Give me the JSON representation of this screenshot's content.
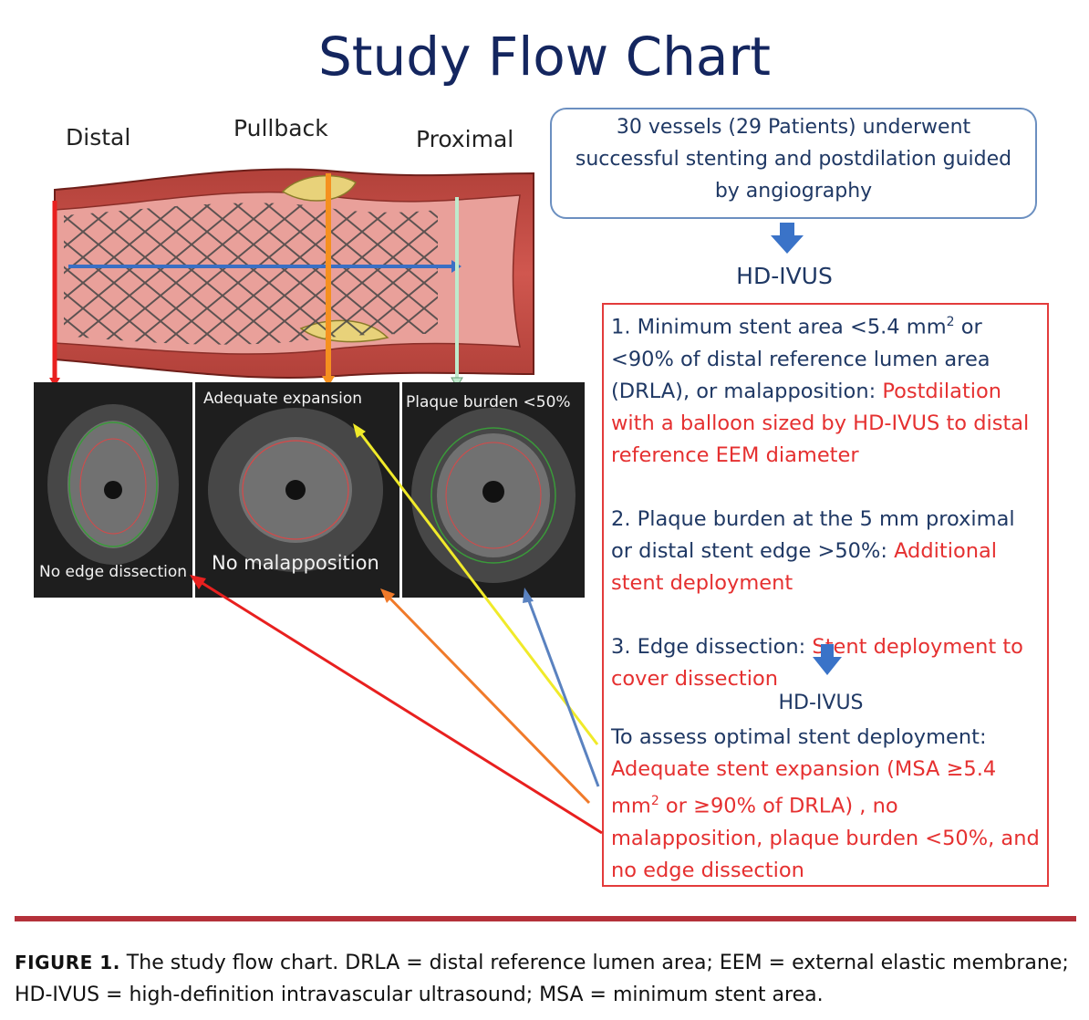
{
  "title": "Study Flow Chart",
  "vessel_labels": {
    "distal": "Distal",
    "pullback": "Pullback",
    "proximal": "Proximal"
  },
  "ivus_panels": {
    "distal": "No edge dissection",
    "middle_top": "Adequate expansion",
    "middle_bottom": "No malapposition",
    "proximal": "Plaque burden <50%"
  },
  "top_box": "30 vessels (29 Patients) underwent\nsuccessful stenting and postdilation guided\nby angiography",
  "hd_ivus_1": "HD-IVUS",
  "criteria": {
    "c1_line1": "1. Minimum stent area <5.4 mm",
    "c1_sup": "2",
    "c1_line1_end": " or",
    "c1_line2": "<90% of distal reference lumen area",
    "c1_line3_black": "(DRLA), or malapposition: ",
    "c1_line3_red": "Postdilation",
    "c1_line4": "with a balloon sized by HD-IVUS to distal",
    "c1_line5": "reference EEM diameter",
    "c2_line1": "2. Plaque burden at the 5 mm proximal",
    "c2_line2_black": "or distal stent edge >50%: ",
    "c2_line2_red": "Additional",
    "c2_line3": "stent deployment",
    "c3_line1_black": "3. Edge dissection: ",
    "c3_line1_red": "Stent deployment to",
    "c3_line2": "cover dissection"
  },
  "hd_ivus_2": "HD-IVUS",
  "assess": {
    "line1": "To assess optimal stent deployment:",
    "line2": "Adequate stent expansion (MSA ≥5.4",
    "line3_a": "mm",
    "line3_sup": "2",
    "line3_b": " or ≥90% of DRLA) , no",
    "line4": "malapposition, plaque burden <50%, and",
    "line5": "no edge dissection"
  },
  "caption": {
    "figure_label": "FIGURE 1.",
    "text": " The study flow chart. DRLA = distal reference lumen area; EEM = external elastic membrane; HD-IVUS = high-definition intravascular ultrasound; MSA = minimum stent area."
  },
  "colors": {
    "title": "#14265f",
    "red_text": "#e53030",
    "navy_text": "#1f3864",
    "rule": "#b4313a",
    "arrow_red": "#e8201f",
    "arrow_orange": "#f07a2a",
    "arrow_yellow": "#f0ea2a",
    "arrow_blue": "#5a82c0"
  }
}
